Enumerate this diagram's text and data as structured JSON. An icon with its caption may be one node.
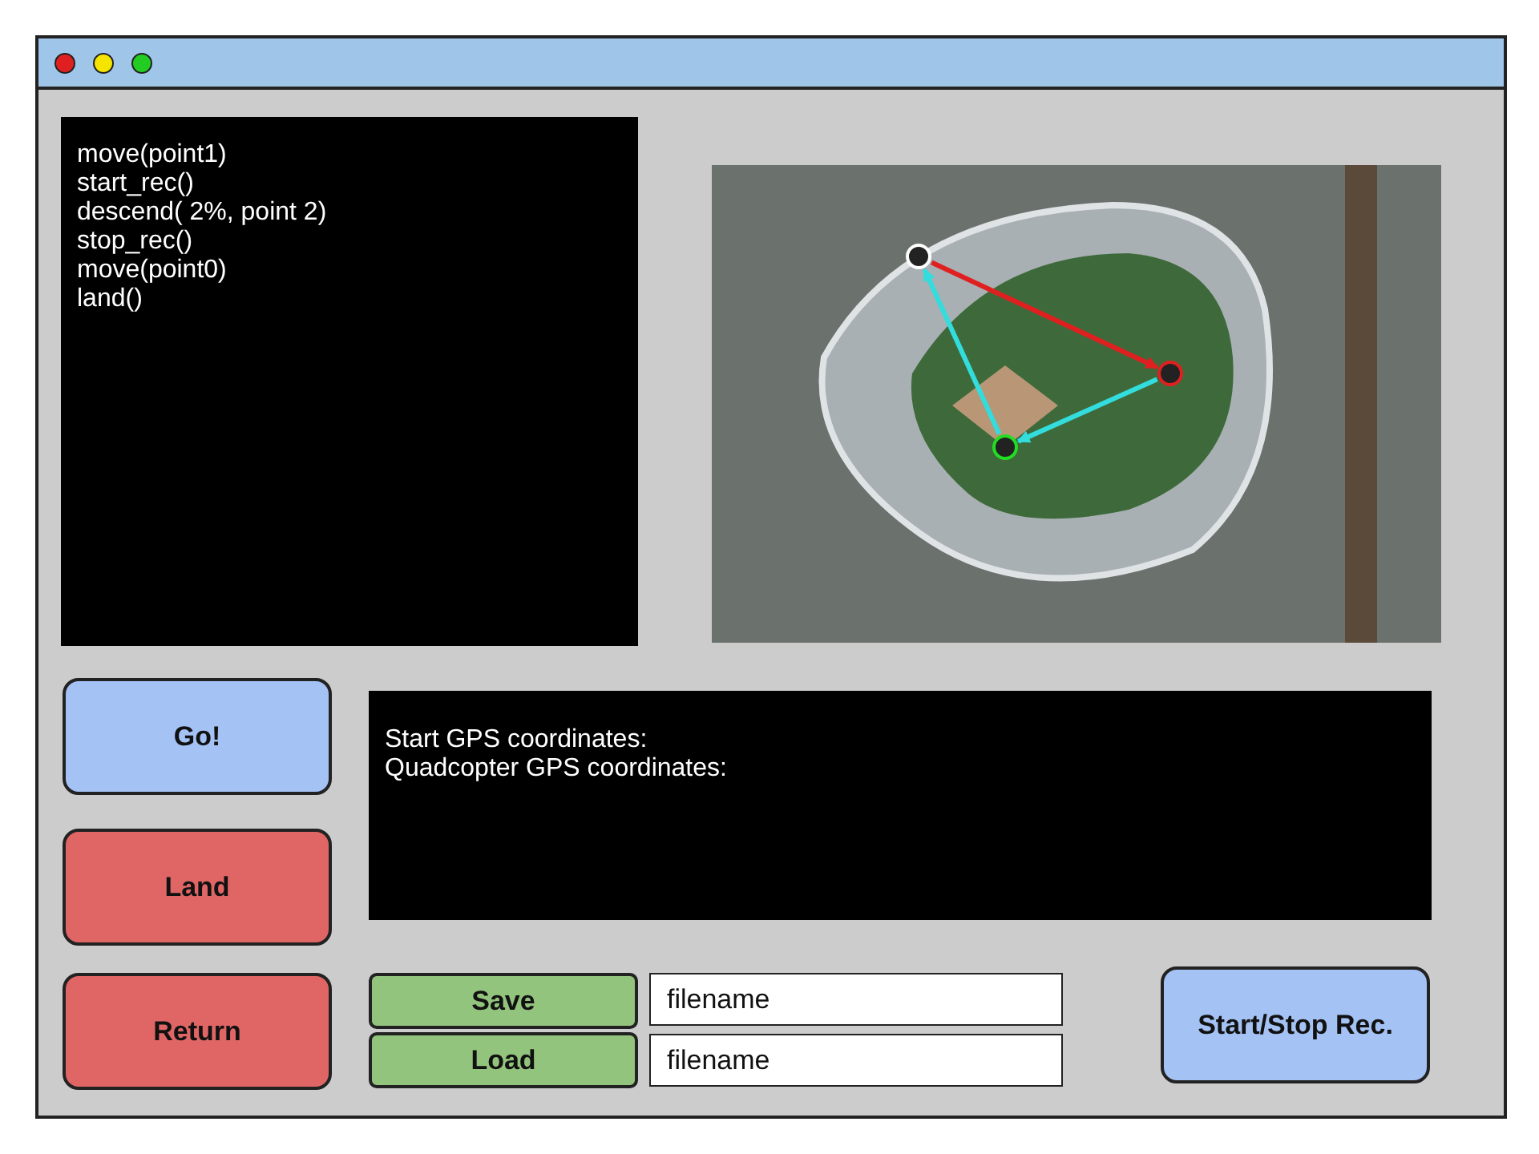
{
  "diagram": {
    "nodes": [
      {
        "text": [
          "move(point1)",
          "start_rec()",
          "descend( 2%, point 2)",
          "stop_rec()",
          "move(point0)",
          "land()"
        ]
      },
      {
        "text": [],
        "shape": "picture"
      },
      {
        "text": [],
        "shape": "circle",
        "in": 1
      },
      {
        "text": [],
        "shape": "circle",
        "in": 1
      },
      {
        "text": [],
        "shape": "circle",
        "in": 1
      },
      {
        "text": [
          "Go!"
        ]
      },
      {
        "text": [
          "Land"
        ]
      },
      {
        "text": [
          "Return"
        ]
      },
      {
        "text": [
          "Start GPS coordinates:",
          "Quadcopter GPS coordinates:"
        ]
      },
      {
        "text": [
          "Save"
        ]
      },
      {
        "text": [
          "filename"
        ]
      },
      {
        "text": [
          "Load"
        ]
      },
      {
        "text": [
          "filename"
        ]
      },
      {
        "text": [
          "Start/Stop Rec."
        ]
      }
    ],
    "edges": [
      {
        "from": 2,
        "to": 3,
        "arrow": "to",
        "color": "#e02020"
      },
      {
        "from": 4,
        "to": 2,
        "arrow": "to"
      },
      {
        "from": 3,
        "to": 4,
        "arrow": "to"
      }
    ]
  }
}
